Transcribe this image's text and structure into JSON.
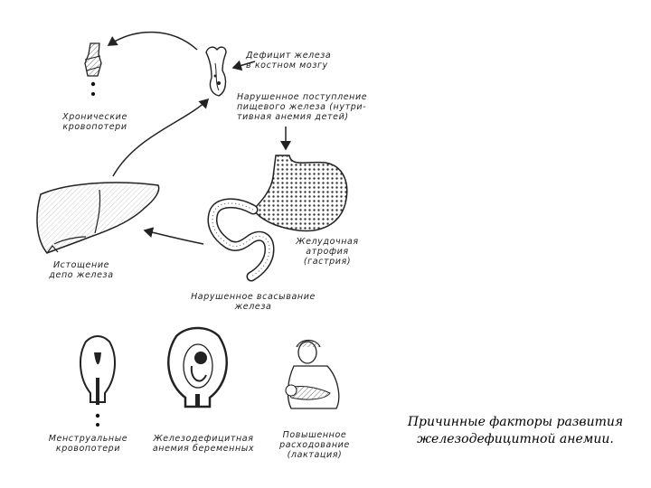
{
  "diagram": {
    "labels": {
      "chronic_blood_loss": [
        "Хронические",
        "кровопотери"
      ],
      "iron_deficiency_marrow": [
        "Дефицит железа",
        "в костном мозгу"
      ],
      "impaired_dietary_intake": [
        "Нарушенное поступление",
        "пищевого железа (нутри-",
        "тивная анемия детей)"
      ],
      "gastric_atrophy": [
        "Желудочная",
        "атрофия",
        "(гастрия)"
      ],
      "impaired_absorption": [
        "Нарушенное всасывание",
        "железа"
      ],
      "iron_depot_depletion": [
        "Истощение",
        "депо железа"
      ],
      "menstrual_blood_loss": [
        "Менструальные",
        "кровопотери"
      ],
      "pregnancy_anemia": [
        "Железодефицитная",
        "анемия беременных"
      ],
      "lactation": [
        "Повышенное",
        "расходование",
        "(лактация)"
      ]
    }
  },
  "caption": [
    "Причинные факторы развития",
    "железодефицитной анемии."
  ]
}
